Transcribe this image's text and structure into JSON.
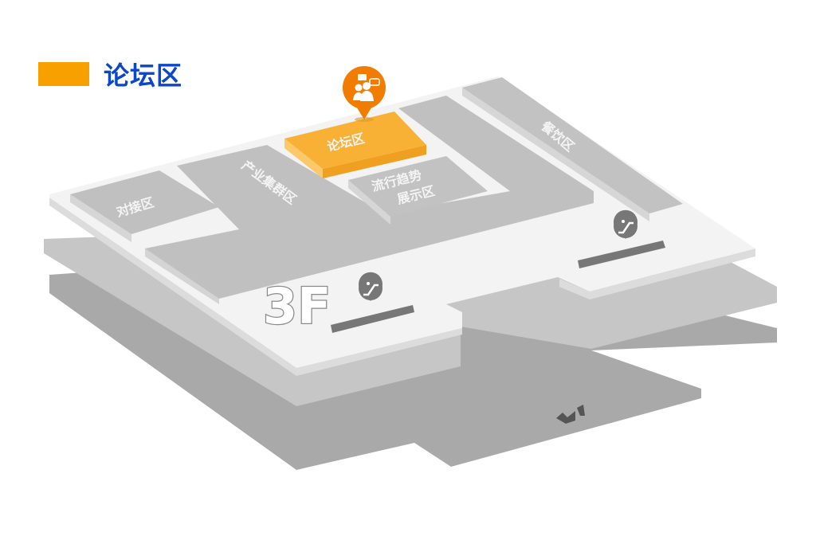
{
  "legend": {
    "label": "论坛区",
    "color": "#f7a000"
  },
  "floor": {
    "label": "3F"
  },
  "zones": {
    "forum": "论坛区",
    "docking": "对接区",
    "industry_cluster": "产业集群区",
    "trend_line1": "流行趋势",
    "trend_line2": "展示区",
    "dining": "餐饮区"
  },
  "icons": {
    "forum_pin": "forum-people-chat-icon",
    "escalator_pin": "escalator-icon",
    "stairs": "stairs-icon"
  },
  "colors": {
    "highlight": "#f7a000",
    "pin": "#f07c00",
    "label_blue": "#0b47c9"
  }
}
